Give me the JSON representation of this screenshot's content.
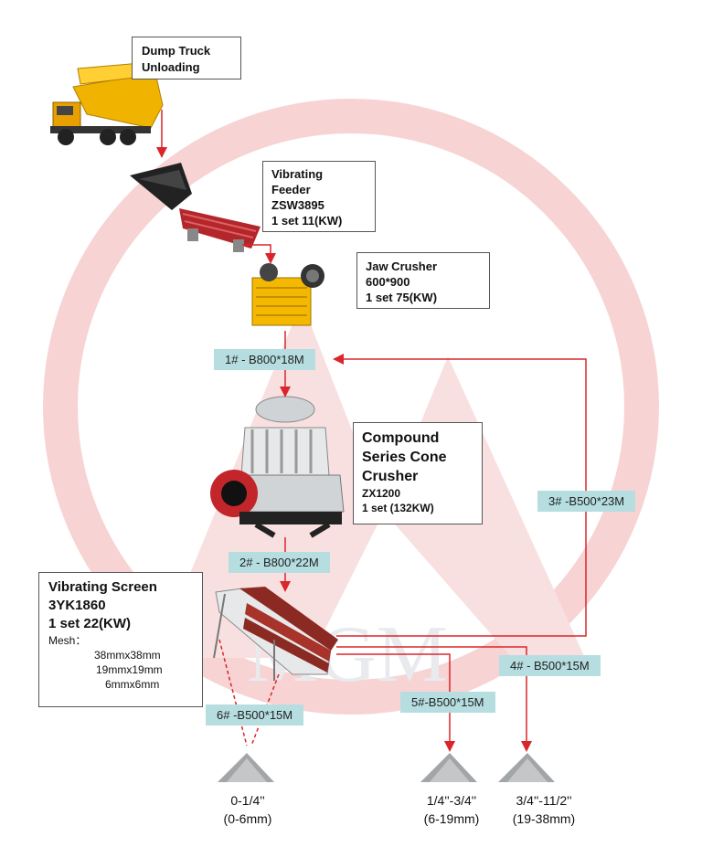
{
  "watermark": "MGM",
  "colors": {
    "flow_line": "#d9262b",
    "tag_bg": "#b6dde0",
    "watermark": "#f5c9c9"
  },
  "equipment": {
    "dump_truck": {
      "title_line1": "Dump Truck",
      "title_line2": "Unloading"
    },
    "vibrating_feeder": {
      "line1": "Vibrating",
      "line2": "Feeder",
      "model": "ZSW3895",
      "spec": "1 set 11(KW)"
    },
    "jaw_crusher": {
      "line1": "Jaw Crusher",
      "model": "600*900",
      "spec": "1 set 75(KW)"
    },
    "cone_crusher": {
      "line1": "Compound",
      "line2": "Series Cone",
      "line3": "Crusher",
      "model": "ZX1200",
      "spec": "1 set  (132KW)"
    },
    "vibrating_screen": {
      "line1": "Vibrating Screen",
      "model": "3YK1860",
      "spec": "1 set  22(KW)",
      "mesh_label": "Mesh：",
      "meshes": [
        "38mmx38mm",
        "19mmx19mm",
        "6mmx6mm"
      ]
    }
  },
  "conveyors": {
    "c1": "1# - B800*18M",
    "c2": "2# - B800*22M",
    "c3": "3# -B500*23M",
    "c4": "4# -  B500*15M",
    "c5": "5#-B500*15M",
    "c6": "6# -B500*15M"
  },
  "products": {
    "p1": {
      "size": "0-1/4''",
      "mm": "(0-6mm)"
    },
    "p2": {
      "size": "1/4''-3/4''",
      "mm": "(6-19mm)"
    },
    "p3": {
      "size": "3/4''-11/2''",
      "mm": "(19-38mm)"
    }
  }
}
